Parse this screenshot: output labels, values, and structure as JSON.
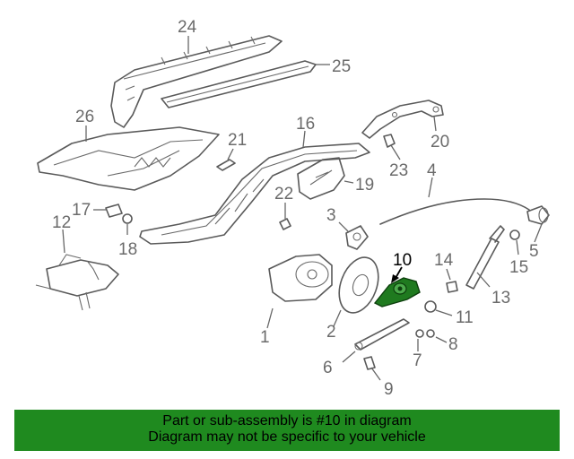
{
  "diagram": {
    "callouts": {
      "c1": "1",
      "c2": "2",
      "c3": "3",
      "c4": "4",
      "c5": "5",
      "c6": "6",
      "c7": "7",
      "c8": "8",
      "c9": "9",
      "c10": "10",
      "c11": "11",
      "c12": "12",
      "c13": "13",
      "c14": "14",
      "c15": "15",
      "c16": "16",
      "c17": "17",
      "c18": "18",
      "c19": "19",
      "c20": "20",
      "c21": "21",
      "c22": "22",
      "c23": "23",
      "c24": "24",
      "c25": "25",
      "c26": "26"
    },
    "highlighted_part": "10",
    "colors": {
      "highlight_fill": "#1f7a1f",
      "banner": "#1f8a1f",
      "line": "#5a5a5a"
    }
  },
  "banner": {
    "line1": "Part or sub-assembly is #10 in diagram",
    "line2": "Diagram may not be specific to your vehicle"
  }
}
